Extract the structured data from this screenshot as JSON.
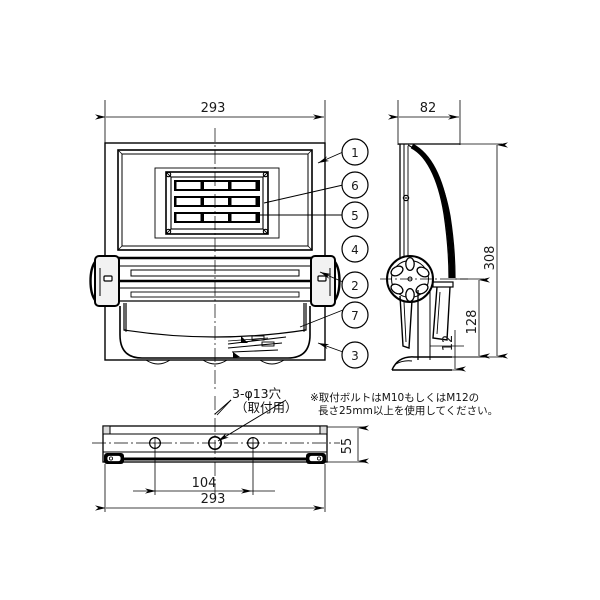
{
  "drawing": {
    "title": "floodlight-fixture-dimensional-drawing",
    "background_color": "#ffffff",
    "line_color": "#000000",
    "views": {
      "front": {
        "name": "front-view"
      },
      "side": {
        "name": "side-view"
      },
      "bottom": {
        "name": "bottom-view"
      }
    }
  },
  "dimensions": {
    "front_width": "293",
    "side_depth": "82",
    "side_total_height": "308",
    "side_mid_height": "128",
    "side_small_height": "12",
    "bottom_depth": "55",
    "bottom_hole_spacing": "104",
    "bottom_width": "293"
  },
  "callouts": [
    {
      "id": "callout-1",
      "label": "1"
    },
    {
      "id": "callout-6",
      "label": "6"
    },
    {
      "id": "callout-5",
      "label": "5"
    },
    {
      "id": "callout-4",
      "label": "4"
    },
    {
      "id": "callout-2",
      "label": "2"
    },
    {
      "id": "callout-7",
      "label": "7"
    },
    {
      "id": "callout-3",
      "label": "3"
    }
  ],
  "annotations": {
    "hole_spec_line1": "3-φ13穴",
    "hole_spec_line2": "（取付用）",
    "bolt_note_line1": "※取付ボルトはM10もしくはM12の",
    "bolt_note_line2": "長さ25mm以上を使用してください。"
  }
}
